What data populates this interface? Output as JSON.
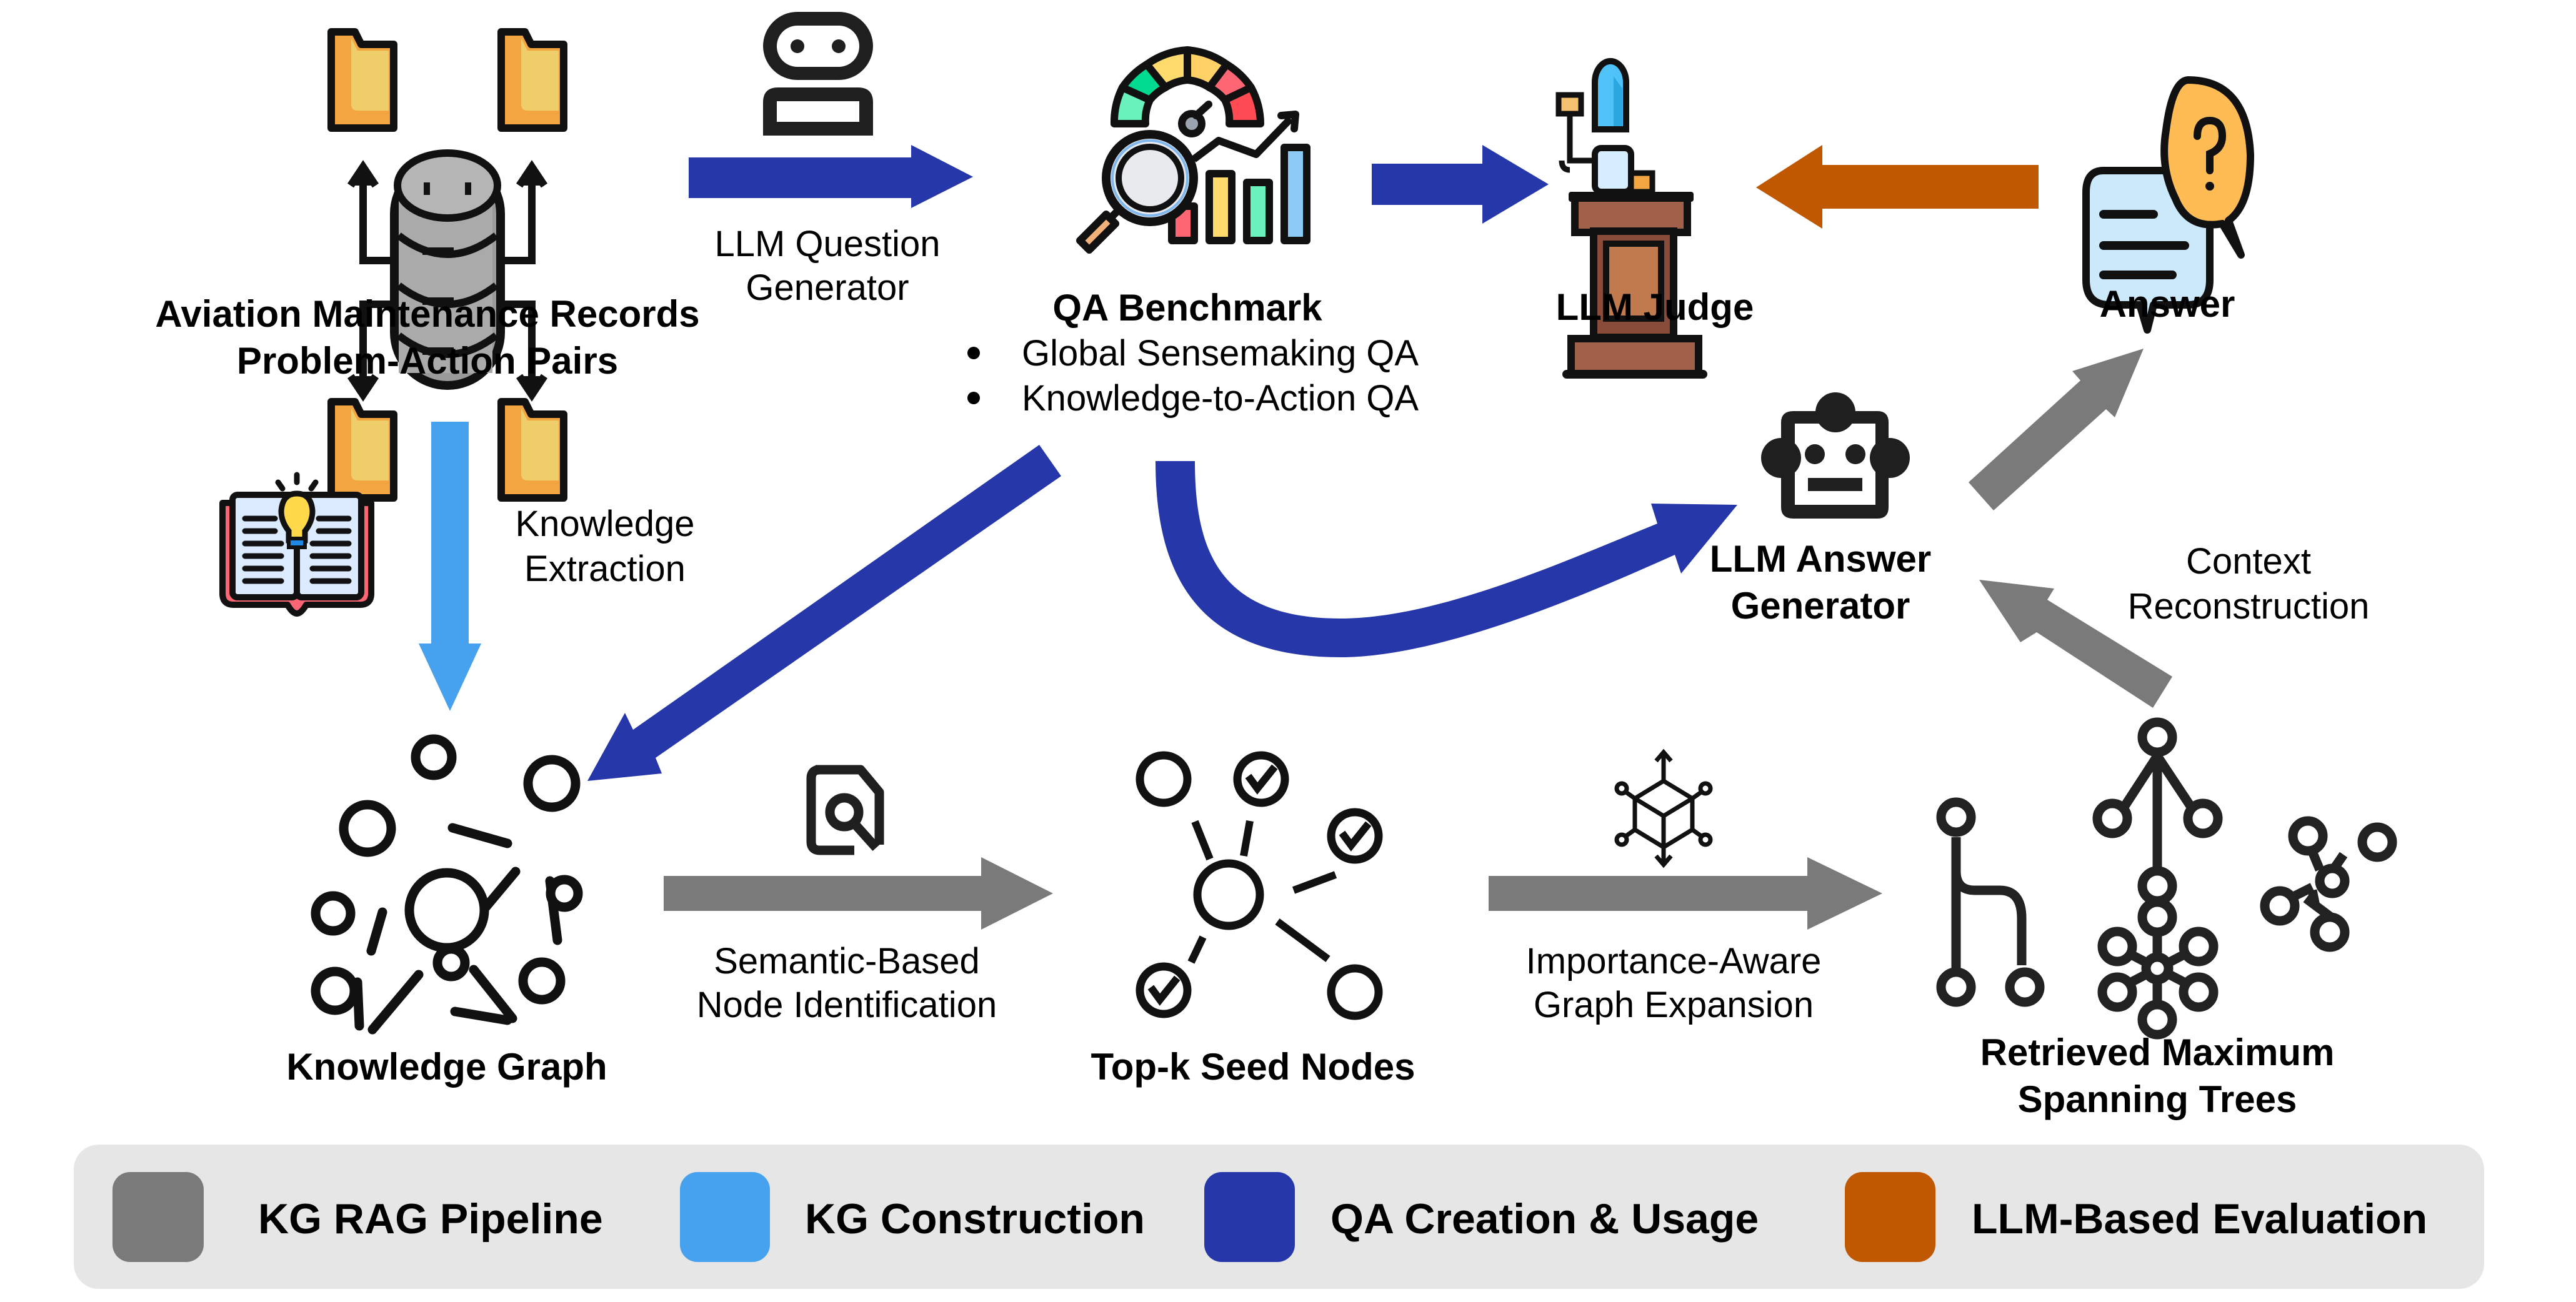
{
  "colors": {
    "kg_rag_pipeline": "#7a7a7a",
    "kg_construction": "#46a1ee",
    "qa_creation_usage": "#2537a9",
    "llm_based_evaluation": "#c05800",
    "legend_background": "#e6e6e6",
    "icon_stroke": "#1c1c1c"
  },
  "nodes": {
    "maintenance_records": {
      "icon": "database-folders-icon",
      "title_lines": [
        "Aviation Maintenance Records",
        "Problem-Action Pairs"
      ]
    },
    "question_generator": {
      "icon": "robot-icon",
      "label_lines": [
        "LLM Question",
        "Generator"
      ]
    },
    "qa_benchmark": {
      "icon": "gauge-analytics-icon",
      "title": "QA Benchmark",
      "bullets": [
        "Global Sensemaking QA",
        "Knowledge-to-Action QA"
      ]
    },
    "llm_judge": {
      "icon": "podium-judge-icon",
      "title": "LLM Judge"
    },
    "answer": {
      "icon": "speech-bubble-question-icon",
      "title": "Answer"
    },
    "knowledge_extraction": {
      "icon": "book-lightbulb-icon",
      "label_lines": [
        "Knowledge",
        "Extraction"
      ]
    },
    "knowledge_graph": {
      "icon": "graph-network-icon",
      "title": "Knowledge Graph"
    },
    "semantic_identification": {
      "icon": "document-search-icon",
      "label_lines": [
        "Semantic-Based",
        "Node Identification"
      ]
    },
    "seed_nodes": {
      "icon": "checked-nodes-icon",
      "title": "Top-k Seed Nodes"
    },
    "graph_expansion": {
      "icon": "cube-expand-icon",
      "label_lines": [
        "Importance-Aware",
        "Graph Expansion"
      ]
    },
    "spanning_trees": {
      "icon": "tree-structures-icon",
      "title_lines": [
        "Retrieved Maximum",
        "Spanning Trees"
      ]
    },
    "answer_generator": {
      "icon": "robot-head-icon",
      "title_lines": [
        "LLM Answer",
        "Generator"
      ]
    },
    "context_reconstruction": {
      "label_lines": [
        "Context",
        "Reconstruction"
      ]
    }
  },
  "edges": [
    {
      "from": "maintenance_records",
      "to": "qa_benchmark",
      "category": "qa_creation_usage"
    },
    {
      "from": "qa_benchmark",
      "to": "llm_judge",
      "category": "qa_creation_usage"
    },
    {
      "from": "answer",
      "to": "llm_judge",
      "category": "llm_based_evaluation"
    },
    {
      "from": "maintenance_records",
      "to": "knowledge_graph",
      "category": "kg_construction"
    },
    {
      "from": "qa_benchmark",
      "to": "knowledge_graph",
      "category": "qa_creation_usage"
    },
    {
      "from": "qa_benchmark",
      "to": "answer_generator",
      "category": "qa_creation_usage"
    },
    {
      "from": "knowledge_graph",
      "to": "seed_nodes",
      "category": "kg_rag_pipeline"
    },
    {
      "from": "seed_nodes",
      "to": "spanning_trees",
      "category": "kg_rag_pipeline"
    },
    {
      "from": "spanning_trees",
      "to": "answer_generator",
      "category": "kg_rag_pipeline"
    },
    {
      "from": "answer_generator",
      "to": "answer",
      "category": "kg_rag_pipeline"
    }
  ],
  "legend": [
    {
      "label": "KG RAG Pipeline",
      "color_key": "kg_rag_pipeline"
    },
    {
      "label": "KG Construction",
      "color_key": "kg_construction"
    },
    {
      "label": "QA Creation & Usage",
      "color_key": "qa_creation_usage"
    },
    {
      "label": "LLM-Based Evaluation",
      "color_key": "llm_based_evaluation"
    }
  ]
}
